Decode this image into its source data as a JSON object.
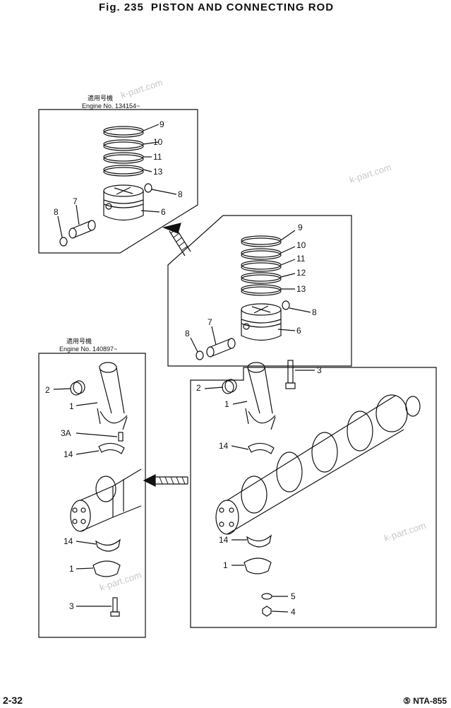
{
  "header": {
    "fig_number": "Fig. 235",
    "fig_title": "PISTON AND CONNECTING ROD"
  },
  "panels": {
    "piston_old": {
      "caption_jp": "適用号機",
      "caption_en": "Engine No. 134154~",
      "labels": [
        "9",
        "10",
        "11",
        "13",
        "8",
        "7",
        "8",
        "6"
      ]
    },
    "piston_new": {
      "labels": [
        "9",
        "10",
        "11",
        "12",
        "13",
        "8",
        "7",
        "8",
        "6"
      ]
    },
    "rod_old": {
      "caption_jp": "適用号機",
      "caption_en": "Engine No. 140897~",
      "labels": [
        "2",
        "1",
        "3A",
        "14",
        "14",
        "1",
        "3"
      ]
    },
    "rod_new": {
      "labels": [
        "3",
        "2",
        "1",
        "14",
        "14",
        "1",
        "5",
        "4"
      ]
    }
  },
  "watermarks": [
    "k-part.com",
    "k-part.com",
    "k-part.com",
    "k-part.com"
  ],
  "footer": {
    "page_number": "2-32",
    "doc_code": "⑤ NTA-855"
  },
  "colors": {
    "line": "#111111",
    "watermark": "#c8c8c8"
  }
}
